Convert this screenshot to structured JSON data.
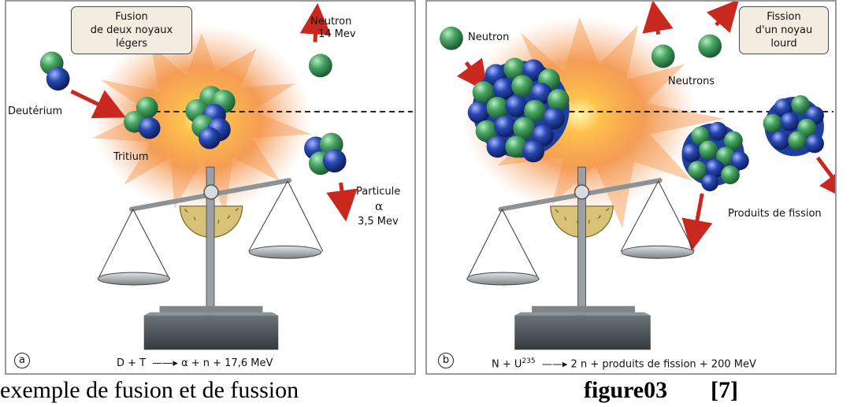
{
  "panel_a": {
    "badge": "a",
    "box_lines": [
      "Fusion",
      "de deux noyaux",
      "légers"
    ],
    "neutron_label": "Neutron",
    "neutron_energy": "14 Mev",
    "deuterium_label": "Deutérium",
    "tritium_label": "Tritium",
    "alpha_label": "Particule",
    "alpha_symbol": "α",
    "alpha_energy": "3,5 Mev",
    "equation_left": "D + T",
    "equation_right": "α + n + 17,6 MeV"
  },
  "panel_b": {
    "badge": "b",
    "box_lines": [
      "Fission",
      "d'un noyau",
      "lourd"
    ],
    "neutron_label": "Neutron",
    "neutrons_label": "Neutrons",
    "products_label": "Produits de fission",
    "equation_left": "N + U",
    "equation_sup": "235",
    "equation_right": "2 n + produits de fission + 200 MeV"
  },
  "caption": {
    "text": "exemple de fusion et de fussion",
    "figure_label": "figure03",
    "reference": "[7]"
  },
  "colors": {
    "nucleon_green": "#3f9a5a",
    "nucleon_blue": "#1f3f9e",
    "arrow_red": "#c8281e",
    "flash_orange": "#f08a32",
    "scale_base": "#4a5155",
    "box_fill": "#f3ece1"
  }
}
